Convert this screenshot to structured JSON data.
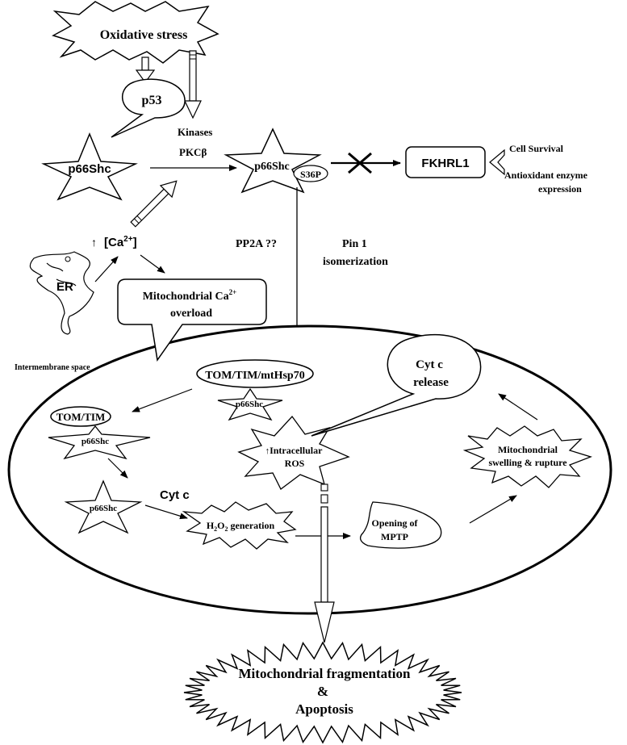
{
  "labels": {
    "oxidative_stress": "Oxidative stress",
    "p53": "p53",
    "kinases": "Kinases",
    "pkc_beta": "PKCβ",
    "p66shc_main": "p66Shc",
    "p66shc_phos": "p66Shc",
    "s36p": "S36P",
    "fkhrl1": "FKHRL1",
    "cell_survival": "Cell Survival",
    "antioxidant_line1": "Antioxidant enzyme",
    "antioxidant_line2": "expression",
    "ca_prefix": "[Ca",
    "ca_sup": "2+",
    "ca_suffix": "]",
    "er": "ER",
    "pp2a": "PP2A ??",
    "pin1_line1": "Pin 1",
    "pin1_line2": "isomerization",
    "mito_ca_line1": "Mitochondrial Ca",
    "mito_ca_sup": "2+",
    "mito_ca_line2": "overload",
    "intermembrane": "Intermembrane space",
    "tom_tim_mthsp70": "TOM/TIM/mtHsp70",
    "p66shc_a": "p66Shc",
    "tom_tim": "TOM/TIM",
    "p66shc_b": "p66Shc",
    "p66shc_c": "p66Shc",
    "cyt_c": "Cyt c",
    "h2o2_pre": "H",
    "h2o2_sub1": "2",
    "h2o2_mid": "O",
    "h2o2_sub2": "2",
    "h2o2_post": " generation",
    "ros_line1": "Intracellular",
    "ros_line2": "ROS",
    "cytc_release_line1": "Cyt c",
    "cytc_release_line2": "release",
    "mptp_line1": "Opening of",
    "mptp_line2": "MPTP",
    "swelling_line1": "Mitochondrial",
    "swelling_line2": "swelling & rupture",
    "apoptosis_line1": "Mitochondrial fragmentation",
    "apoptosis_line2": "&",
    "apoptosis_line3": "Apoptosis",
    "up_arrow": "↑"
  }
}
